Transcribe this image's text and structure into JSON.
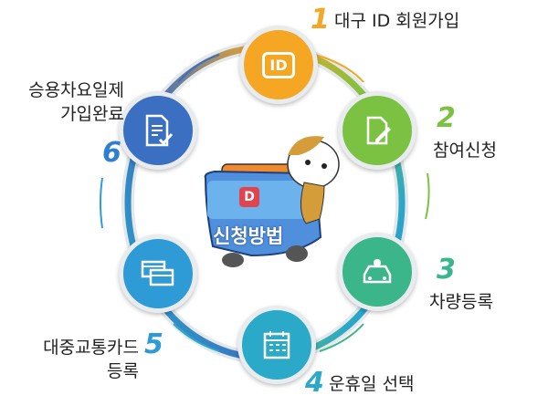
{
  "steps": [
    {
      "num": "1",
      "label": "대구 ID 회원가입",
      "icon": "id-icon",
      "color": "#f5a623"
    },
    {
      "num": "2",
      "label": "참여신청",
      "icon": "document-pen-icon",
      "color": "#7cc242"
    },
    {
      "num": "3",
      "label": "차량등록",
      "icon": "car-icon",
      "color": "#3bb58a"
    },
    {
      "num": "4",
      "label": "운휴일 선택",
      "icon": "calendar-icon",
      "color": "#2aa9c9"
    },
    {
      "num": "5",
      "label_line1": "대중교통카드",
      "label_line2": "등록",
      "icon": "cards-icon",
      "color": "#2e9ad6"
    },
    {
      "num": "6",
      "label_line1": "승용차요일제",
      "label_line2": "가입완료",
      "icon": "checklist-icon",
      "color": "#3a6fc2"
    }
  ],
  "center": {
    "title": "신청방법",
    "badge": "D"
  },
  "id_badge": "ID"
}
